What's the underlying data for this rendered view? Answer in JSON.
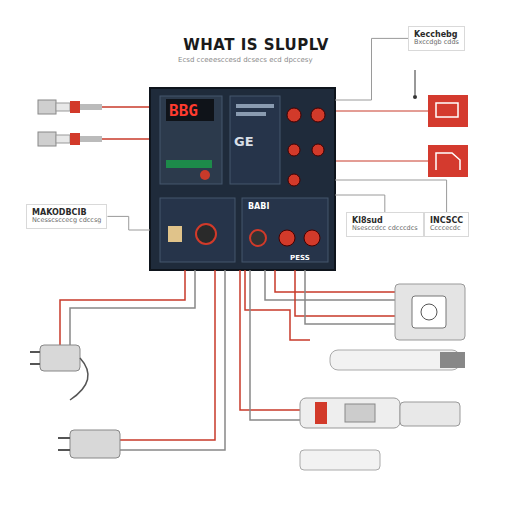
{
  "diagram": {
    "title": "WHAT IS SLUPLV",
    "nodes": [
      {
        "text": [
          "BBG",
          "GE",
          "BABI",
          "PESS"
        ]
      },
      {
        "text": [
          "Kecchebg",
          "Bxccdgb cdds"
        ]
      },
      {
        "text": [
          "MAKODBCIB",
          "Ncesscsccecg cdccsg"
        ]
      },
      {
        "text": [
          "Kl8sud",
          "Nsesccdcc cdcccdcs"
        ]
      },
      {
        "text": [
          "INCSCC",
          "Ccccecdc"
        ]
      }
    ],
    "edges": [
      {
        "from": 0,
        "to": 1,
        "arrow": "none"
      },
      {
        "from": 0,
        "to": 2,
        "arrow": "none"
      },
      {
        "from": 0,
        "to": 3,
        "arrow": "none"
      },
      {
        "from": 0,
        "to": 4,
        "arrow": "none"
      }
    ],
    "labels": [
      "Ecsd cceeesccesd dcsecs ecd dpccesy"
    ]
  }
}
